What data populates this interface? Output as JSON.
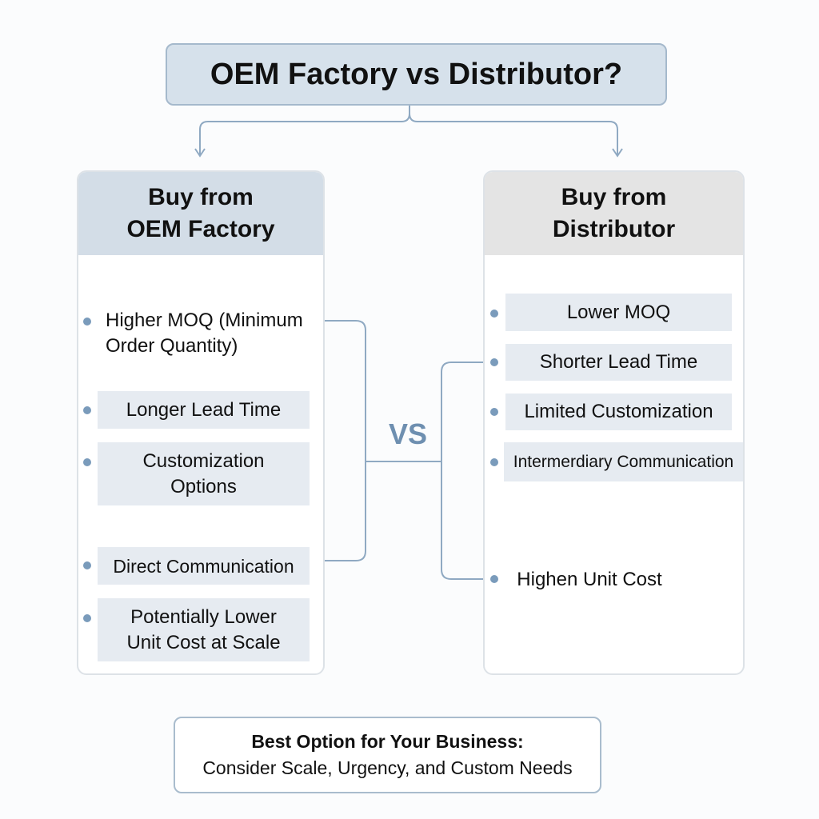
{
  "title": "OEM Factory vs Distributor?",
  "left": {
    "header": [
      "Buy from",
      "OEM Factory"
    ],
    "items": [
      "Higher MOQ (Minimum Order Quantity)",
      "Longer Lead Time",
      "Customization Options",
      "Direct Communication",
      "Potentially Lower Unit Cost at Scale"
    ]
  },
  "right": {
    "header": [
      "Buy from",
      "Distributor"
    ],
    "items": [
      "Lower MOQ",
      "Shorter Lead Time",
      "Limited Customization",
      "Intermerdiary Communication",
      "Highen Unit Cost"
    ]
  },
  "vs": "VS",
  "bottom": {
    "heading": "Best Option for Your Business:",
    "text": "Consider Scale, Urgency, and Custom Needs"
  },
  "colors": {
    "accent": "#7a9bbb",
    "line": "#8fa9c2",
    "left_header": "#d3dde7",
    "right_header": "#e4e4e4"
  }
}
